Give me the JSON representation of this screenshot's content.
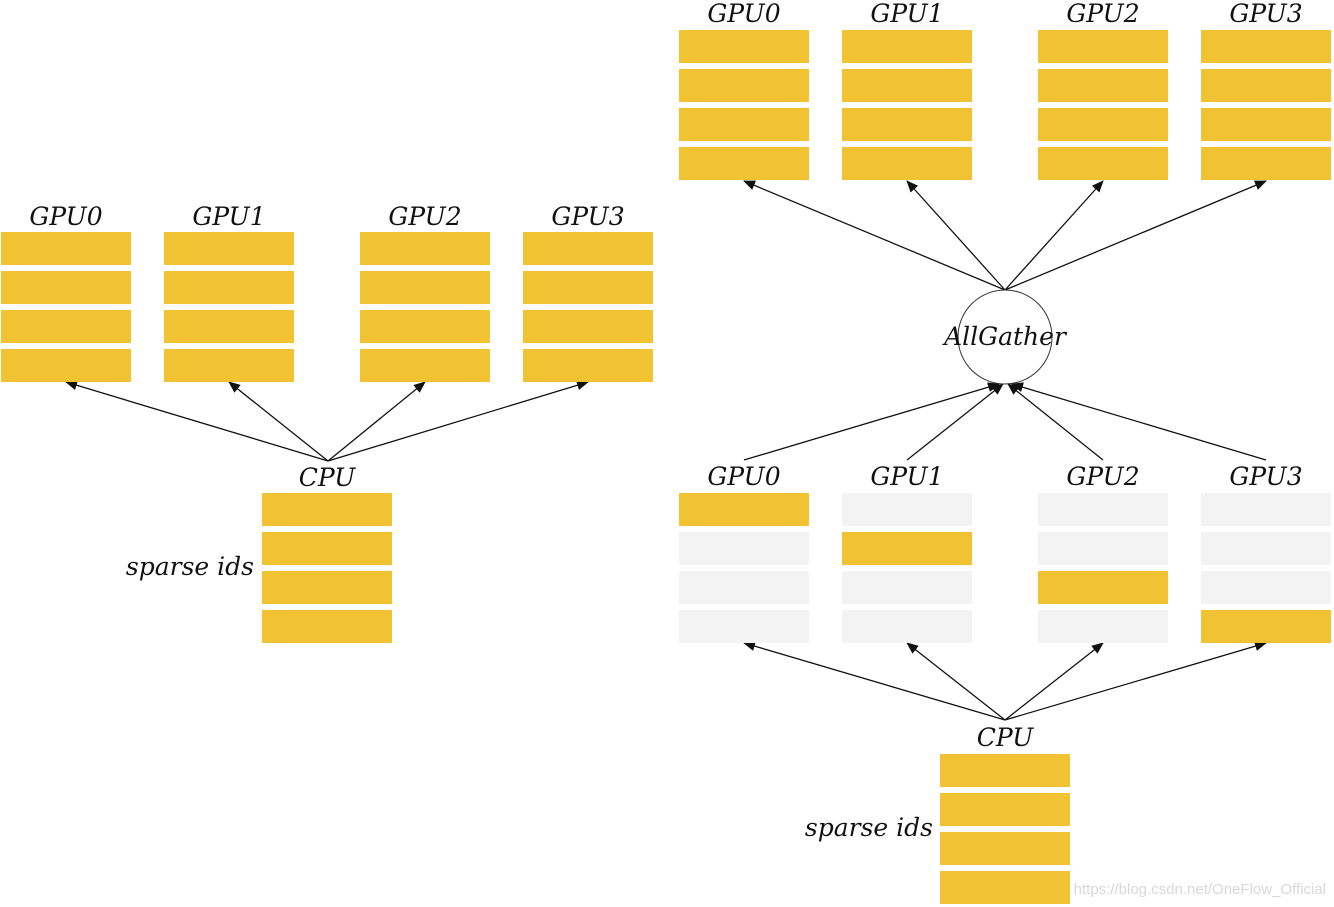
{
  "colors": {
    "filled": "#f1c232",
    "empty": "#f3f3f3",
    "line": "#111111"
  },
  "left_panel": {
    "gpu_labels": [
      "GPU0",
      "GPU1",
      "GPU2",
      "GPU3"
    ],
    "gpu_blocks": [
      [
        true,
        true,
        true,
        true
      ],
      [
        true,
        true,
        true,
        true
      ],
      [
        true,
        true,
        true,
        true
      ],
      [
        true,
        true,
        true,
        true
      ]
    ],
    "cpu_label": "CPU",
    "cpu_side_label": "sparse ids",
    "cpu_blocks": [
      true,
      true,
      true,
      true
    ]
  },
  "right_panel": {
    "top_gpu_labels": [
      "GPU0",
      "GPU1",
      "GPU2",
      "GPU3"
    ],
    "top_gpu_blocks": [
      [
        true,
        true,
        true,
        true
      ],
      [
        true,
        true,
        true,
        true
      ],
      [
        true,
        true,
        true,
        true
      ],
      [
        true,
        true,
        true,
        true
      ]
    ],
    "gather_label": "AllGather",
    "mid_gpu_labels": [
      "GPU0",
      "GPU1",
      "GPU2",
      "GPU3"
    ],
    "mid_gpu_blocks": [
      [
        true,
        false,
        false,
        false
      ],
      [
        false,
        true,
        false,
        false
      ],
      [
        false,
        false,
        true,
        false
      ],
      [
        false,
        false,
        false,
        true
      ]
    ],
    "cpu_label": "CPU",
    "cpu_side_label": "sparse ids",
    "cpu_blocks": [
      true,
      true,
      true,
      true
    ]
  },
  "watermark": "https://blog.csdn.net/OneFlow_Official"
}
